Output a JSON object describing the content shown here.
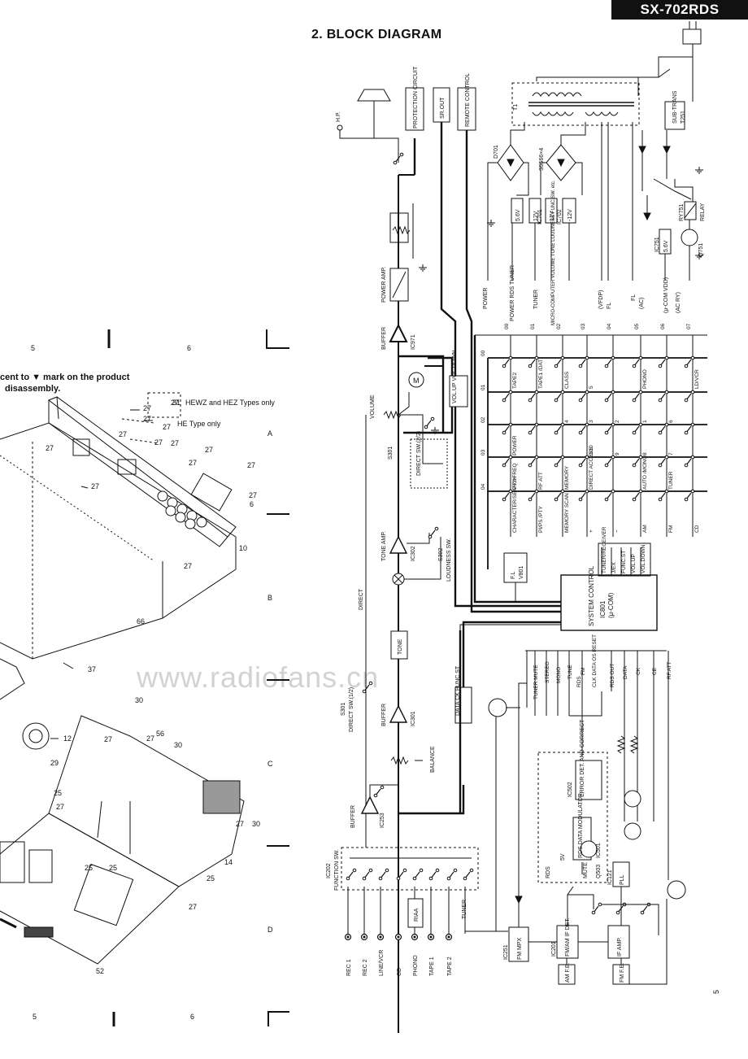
{
  "header": {
    "model": "SX-702RDS",
    "section_title": "2. BLOCK DIAGRAM",
    "page_number": "5"
  },
  "watermark": "www.radiofans.cn",
  "exploded_view": {
    "note_line1": "cent to ▼ mark on the product",
    "note_line2": "disassembly.",
    "grid_cols": [
      "5",
      "6"
    ],
    "grid_rows": [
      "A",
      "B",
      "C",
      "D"
    ],
    "type_note_hewz": "HEWZ and HEZ Types only",
    "type_note_he": "HE Type only",
    "parts": [
      "27",
      "27",
      "27",
      "27",
      "27",
      "27",
      "27",
      "27",
      "27",
      "27",
      "27",
      "27",
      "27",
      "27",
      "27",
      "27",
      "27",
      "31",
      "6",
      "10",
      "66",
      "37",
      "12",
      "29",
      "30",
      "30",
      "30",
      "56",
      "25",
      "25",
      "25",
      "25",
      "14",
      "52",
      "27",
      "27"
    ]
  },
  "inputs": [
    "REC 1",
    "REC 2",
    "LINE/VCR",
    "CD",
    "PHONO",
    "TAPE 1",
    "TAPE 2",
    "TUNER"
  ],
  "blocks": {
    "protection": "PROTECTION CIRCUIT",
    "sr_out": "SR.OUT",
    "remote": "REMOTE CONTROL",
    "hp": "H.P.",
    "power_amp": "POWER AMP.",
    "buffer_ic971": "BUFFER",
    "ic971": "IC971",
    "volume": "VOLUME",
    "direct_sw22": "DIRECT SW.(2/2)",
    "s301": "S301",
    "tone_amp": "TONE AMP.",
    "ic302": "IC302",
    "s302": "S302",
    "loudness": "LOUDNESS SW.",
    "direct": "DIRECT",
    "tone": "TONE",
    "direct_sw12": "DIRECT SW.(1/2)",
    "s301b": "S301",
    "buffer_ic301": "BUFFER",
    "ic301": "IC301",
    "balance": "BALANCE",
    "buffer_ic253": "BUFFER",
    "ic253": "IC253",
    "function_sw": "FUNCTION SW.",
    "ic202": "IC202",
    "riaa": "RIAA",
    "tuner_label": "TUNER",
    "fm_mpx": "FM MPX",
    "ic251": "IC251",
    "fm_am_if": "FM/AM IF DET.",
    "ic201": "IC201",
    "if_amp": "IF AMP.",
    "am_fe": "AM F.E.",
    "fm_fe": "FM F.E.",
    "pll": "PLL",
    "ic121": "IC121",
    "rds": "RDS",
    "rds_demod": "RDS DATA MODULATOR",
    "ic501": "IC501",
    "ic502": "IC502",
    "error_det": "ERROR DET. AND CORRECT",
    "q503": "Q503",
    "mute": "MUTE",
    "v5": "5V",
    "system_control": "SYSTEM CONTROL",
    "ic801": "IC801",
    "ucom": "(μ-COM)",
    "fl": "F.L",
    "v801": "V801",
    "vol_up_down": "VOL.UP VOL.DOWN",
    "data_ck": "DATA CK FUNC.ST",
    "motor": "M",
    "t1": "T1",
    "d701": "D701",
    "s5566": "S5566×4",
    "sub_trans": "SUB-TRANS",
    "t251": "T251",
    "ry751": "RY751",
    "relay": "RELAY",
    "q751": "Q751",
    "ic751": "IC751",
    "ic701": "IC701",
    "ic702": "IC702"
  },
  "regulators": [
    "5.6V",
    "12V",
    "12V",
    "-12V",
    "5.6V"
  ],
  "power_outputs": [
    "POWER",
    "POWER RDS TUNER",
    "TUNER",
    "MICRO-COMPUTER VOLUME TONE LOUDNESS FUNC.SW. etc.",
    "(VFDP)",
    "FL",
    "FL",
    "(AC)",
    "(μ-COM VDD)",
    "(AC RY)"
  ],
  "system_ports": [
    "TUNER/RECEIVER",
    "J/EX",
    "FUNC.ST",
    "VOL.UP",
    "VOL.DOWN"
  ],
  "tuner_signals": [
    "TUNER MUTE",
    "STEREO",
    "MONO",
    "TUNE",
    "FM",
    "CLK DATA OS RESET",
    "RDS",
    "RDS OUT",
    "DATA",
    "CK",
    "CE",
    "RF.ATT"
  ],
  "matrix": {
    "col_codes": [
      "00",
      "01",
      "02",
      "03",
      "04",
      "05",
      "06",
      "07"
    ],
    "row_codes": [
      "00",
      "01",
      "02",
      "03",
      "04"
    ],
    "row0": [
      "TAPE2",
      "TAPE1 /DAT",
      "CLASS",
      "",
      "",
      "PHONO",
      "",
      "LD/VCR"
    ],
    "row1": [
      "",
      "",
      "",
      "5",
      "",
      "",
      "",
      ""
    ],
    "row2": [
      "",
      "",
      "4",
      "3",
      "2",
      "1",
      "6",
      ""
    ],
    "row3": [
      "POWER",
      "",
      "",
      "0/10",
      "9",
      "8",
      "7",
      ""
    ],
    "row4": [
      "PTY/FREQ",
      "RF ATT",
      "MEMORY",
      "DIRECT ACCESS",
      "",
      "AUTO /MONO",
      "TUNER",
      ""
    ],
    "row5": [
      "CHARACTER/SEARCH",
      "PI/PS /PTY",
      "MEMORY SCAN",
      "+",
      "−",
      "AM",
      "FM",
      "CD"
    ]
  }
}
